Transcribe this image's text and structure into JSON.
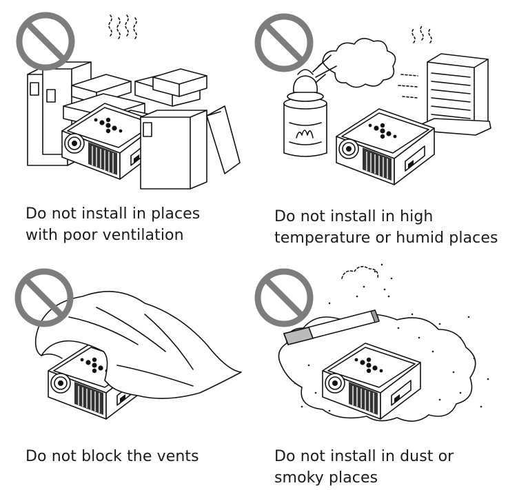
{
  "warnings": [
    {
      "lines": [
        "Do not install in places",
        "with poor ventilation"
      ],
      "illustration_icon": "projector-among-boxes-icon",
      "prohibition_icon": "prohibited-sign-icon"
    },
    {
      "lines": [
        "Do not install in high",
        "temperature or humid places"
      ],
      "illustration_icon": "projector-near-heater-and-kettle-icon",
      "prohibition_icon": "prohibited-sign-icon"
    },
    {
      "lines": [
        "Do not block the vents"
      ],
      "illustration_icon": "projector-under-cloth-icon",
      "prohibition_icon": "prohibited-sign-icon"
    },
    {
      "lines": [
        "Do not install in dust or",
        "smoky places"
      ],
      "illustration_icon": "projector-in-smoke-icon",
      "prohibition_icon": "prohibited-sign-icon"
    }
  ],
  "colors": {
    "prohibition_sign": "#7d7d7d",
    "line_art": "#111111",
    "text": "#1a1a1a",
    "background": "#ffffff"
  }
}
